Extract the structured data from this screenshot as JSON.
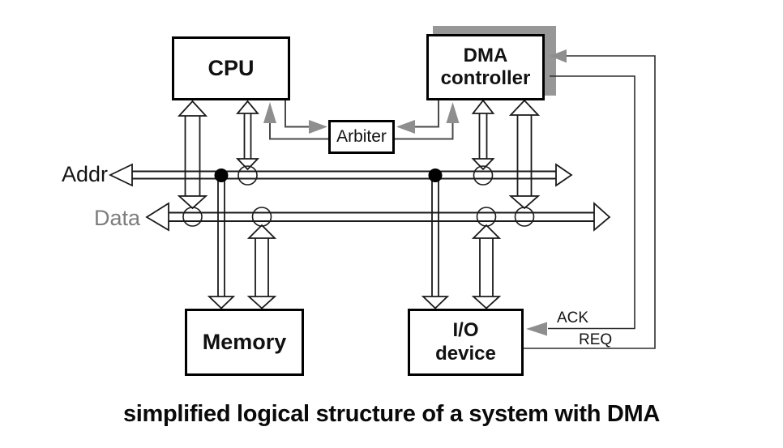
{
  "diagram": {
    "caption": "simplified logical structure of a system with DMA",
    "boxes": {
      "cpu": {
        "label": "CPU"
      },
      "dma": {
        "label": "DMA\ncontroller"
      },
      "arbiter": {
        "label": "Arbiter"
      },
      "memory": {
        "label": "Memory"
      },
      "io": {
        "label": "I/O\ndevice"
      }
    },
    "buses": {
      "addr": {
        "label": "Addr"
      },
      "data": {
        "label": "Data"
      }
    },
    "signals": {
      "ack": {
        "label": "ACK"
      },
      "req": {
        "label": "REQ"
      }
    },
    "colors": {
      "line": "#1a1a1a",
      "gray_arrow": "#8e8e8e",
      "dma_shadow": "#979797",
      "data_label_gray": "#7d7d7d",
      "background": "#ffffff"
    }
  }
}
